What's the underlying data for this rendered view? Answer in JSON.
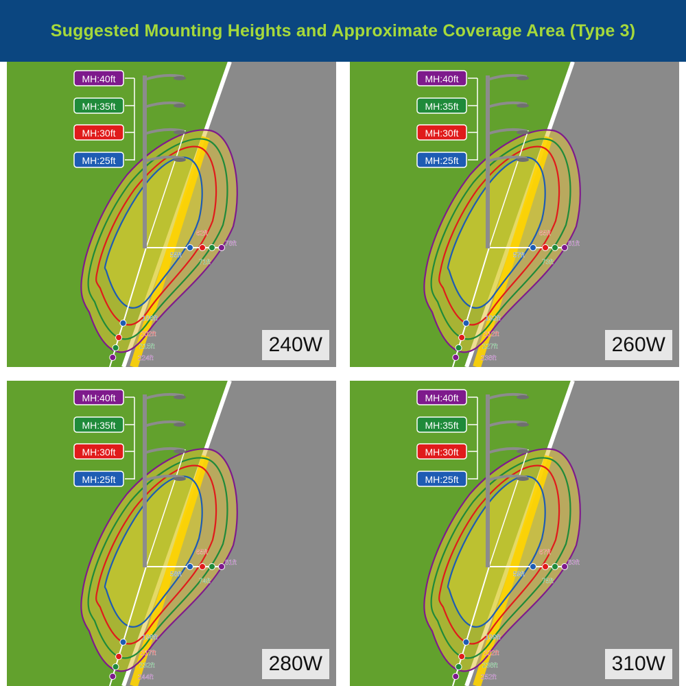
{
  "title": "Suggested Mounting Heights and Approximate Coverage Area (Type 3)",
  "colors": {
    "header_bg": "#0b4680",
    "title_text": "#a6d93b",
    "grass": "#62a12d",
    "road": "#8a8a8a",
    "road_edge_line": "#ffffff",
    "center_line": "#ffd400",
    "light_fill": "#e0c23a",
    "pole": "#8c8c8c"
  },
  "mounting_heights": [
    {
      "label": "MH:40ft",
      "color": "#7e1a8c"
    },
    {
      "label": "MH:35ft",
      "color": "#1f8a3a"
    },
    {
      "label": "MH:30ft",
      "color": "#e01b1b"
    },
    {
      "label": "MH:25ft",
      "color": "#1e5cb3"
    }
  ],
  "panels": [
    {
      "wattage": "240W",
      "side": {
        "mh25": "55ft",
        "mh30": "62ft",
        "mh35": "71ft",
        "mh40": "78ft"
      },
      "along": {
        "mh25": "186ft",
        "mh30": "202ft",
        "mh35": "215ft",
        "mh40": "224ft"
      }
    },
    {
      "wattage": "260W",
      "side": {
        "mh25": "57ft",
        "mh30": "65ft",
        "mh35": "73ft",
        "mh40": "81ft"
      },
      "along": {
        "mh25": "192ft",
        "mh30": "212ft",
        "mh35": "227ft",
        "mh40": "238ft"
      }
    },
    {
      "wattage": "280W",
      "side": {
        "mh25": "58ft",
        "mh30": "65ft",
        "mh35": "74ft",
        "mh40": "81ft"
      },
      "along": {
        "mh25": "198ft",
        "mh30": "217ft",
        "mh35": "232ft",
        "mh40": "244ft"
      }
    },
    {
      "wattage": "310W",
      "side": {
        "mh25": "59ft",
        "mh30": "67ft",
        "mh35": "75ft",
        "mh40": "83ft"
      },
      "along": {
        "mh25": "199ft",
        "mh30": "222ft",
        "mh35": "238ft",
        "mh40": "252ft"
      }
    }
  ]
}
